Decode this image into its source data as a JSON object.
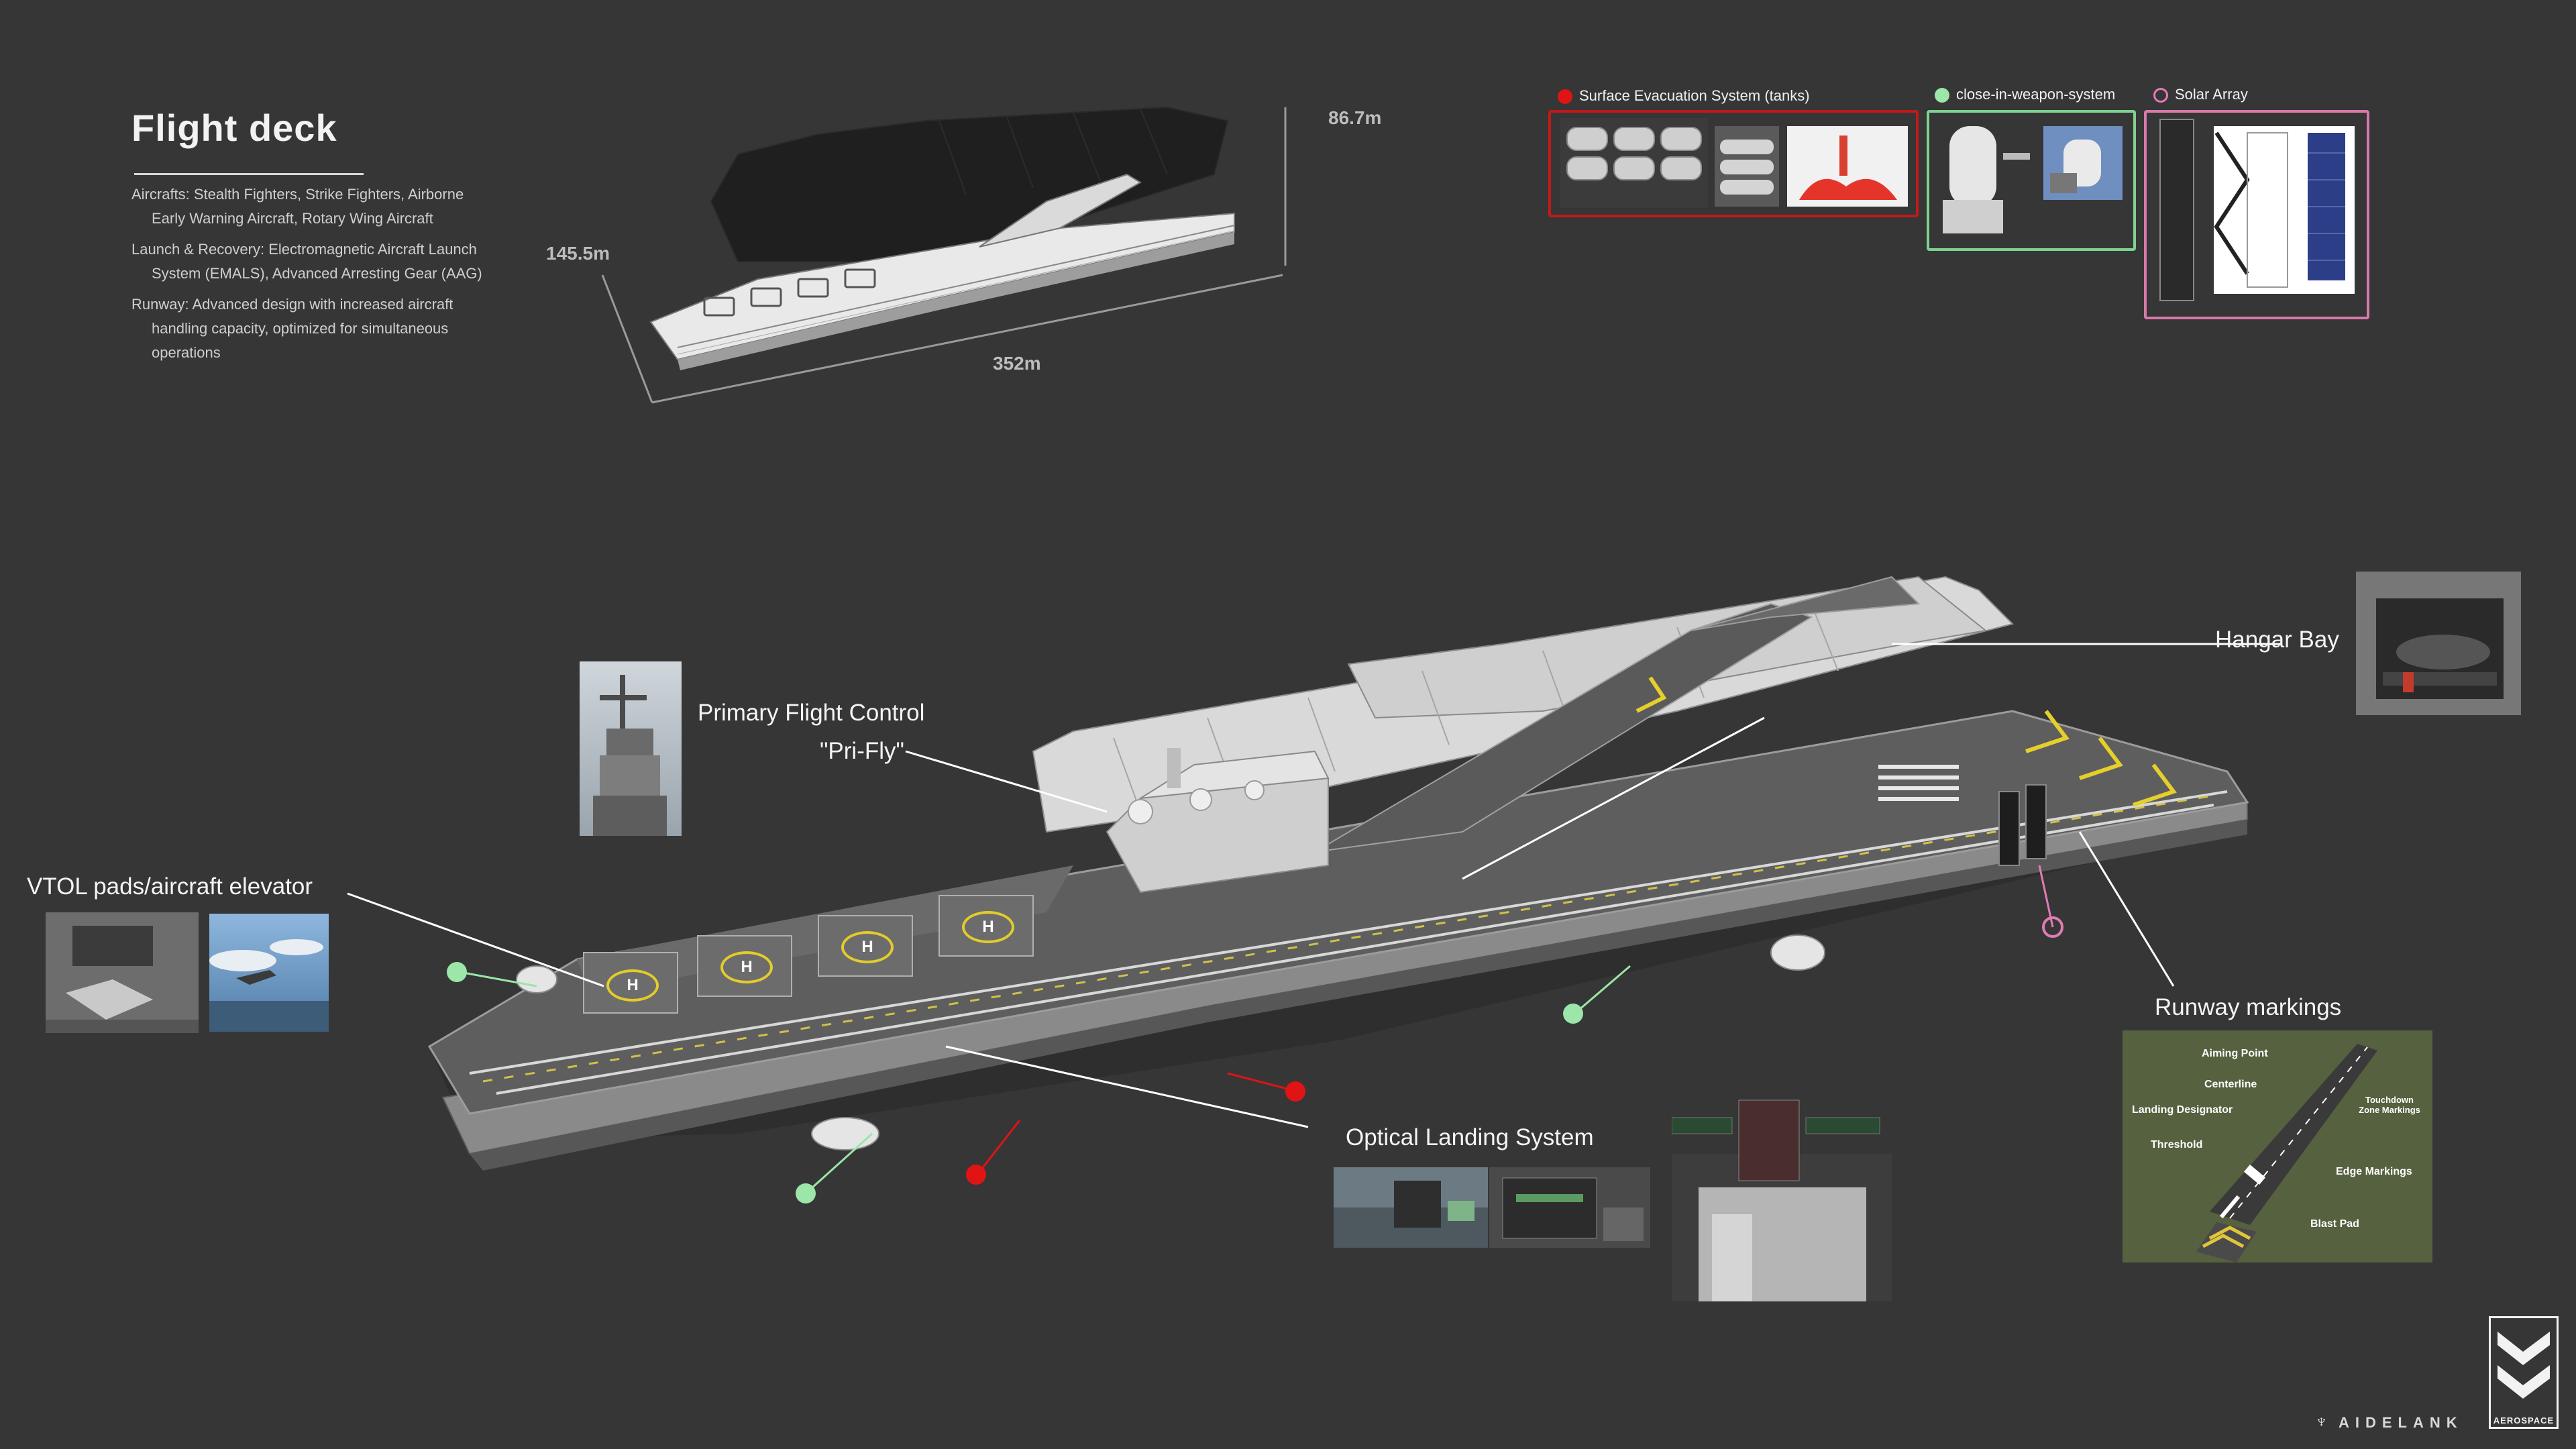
{
  "header": {
    "title": "Flight deck",
    "specs": [
      "Aircrafts: Stealth Fighters, Strike Fighters, Airborne Early Warning Aircraft, Rotary Wing Aircraft",
      "Launch & Recovery: Electromagnetic Aircraft Launch System (EMALS), Advanced Arresting Gear (AAG)",
      "Runway: Advanced design with increased aircraft handling capacity, optimized for simultaneous operations"
    ]
  },
  "dimensions": {
    "height": "86.7m",
    "width": "145.5m",
    "length": "352m"
  },
  "legend": {
    "evac": {
      "label": "Surface Evacuation System (tanks)",
      "color": "#e01414"
    },
    "ciws": {
      "label": "close-in-weapon-system",
      "color": "#9be6a8"
    },
    "solar": {
      "label": "Solar Array",
      "color": "#e27ab5"
    }
  },
  "callouts": {
    "pri_fly_line1": "Primary Flight Control",
    "pri_fly_line2": "\"Pri-Fly\"",
    "vtol": "VTOL pads/aircraft elevator",
    "hangar": "Hangar Bay",
    "runway": "Runway markings",
    "optical": "Optical Landing System"
  },
  "runway_diagram": {
    "labels": [
      "Aiming Point",
      "Centerline",
      "Landing Designator",
      "Touchdown Zone Markings",
      "Threshold",
      "Edge Markings",
      "Blast Pad"
    ]
  },
  "pad_symbol": "H",
  "branding": {
    "wordmark": "AIDELANK",
    "sub": "AEROSPACE"
  },
  "icons": [
    "helipad-icon",
    "logo-icon"
  ]
}
